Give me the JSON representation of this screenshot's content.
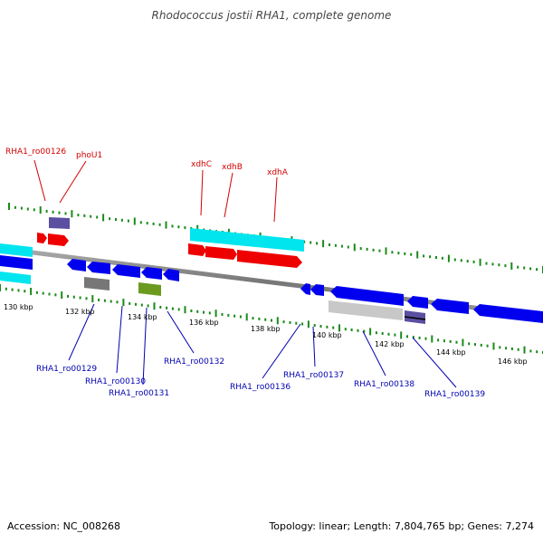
{
  "title": "Rhodococcus jostii RHA1, complete genome",
  "footer": {
    "accession": "Accession: NC_008268",
    "summary": "Topology: linear; Length: 7,804,765 bp; Genes: 7,274"
  },
  "colors": {
    "forward_gene": "#ee0000",
    "reverse_gene": "#0000ee",
    "cyan_feature": "#00e5ee",
    "gray_feature": "#888888",
    "purple_feature": "#5a4fa0",
    "olive_feature": "#6b9a1f",
    "backbone": "#888888",
    "tick": "#1a8a1a",
    "label_forward": "#d40000",
    "label_reverse": "#0000b0"
  },
  "scale_labels": [
    "130 kbp",
    "132 kbp",
    "134 kbp",
    "136 kbp",
    "138 kbp",
    "140 kbp",
    "142 kbp",
    "144 kbp",
    "146 kbp"
  ],
  "top_labels": [
    "RHA1_ro00126",
    "phoU1",
    "xdhC",
    "xdhB",
    "xdhA"
  ],
  "bottom_labels": [
    "RHA1_ro00129",
    "RHA1_ro00130",
    "RHA1_ro00131",
    "RHA1_ro00132",
    "RHA1_ro00136",
    "RHA1_ro00137",
    "RHA1_ro00138",
    "RHA1_ro00139"
  ]
}
